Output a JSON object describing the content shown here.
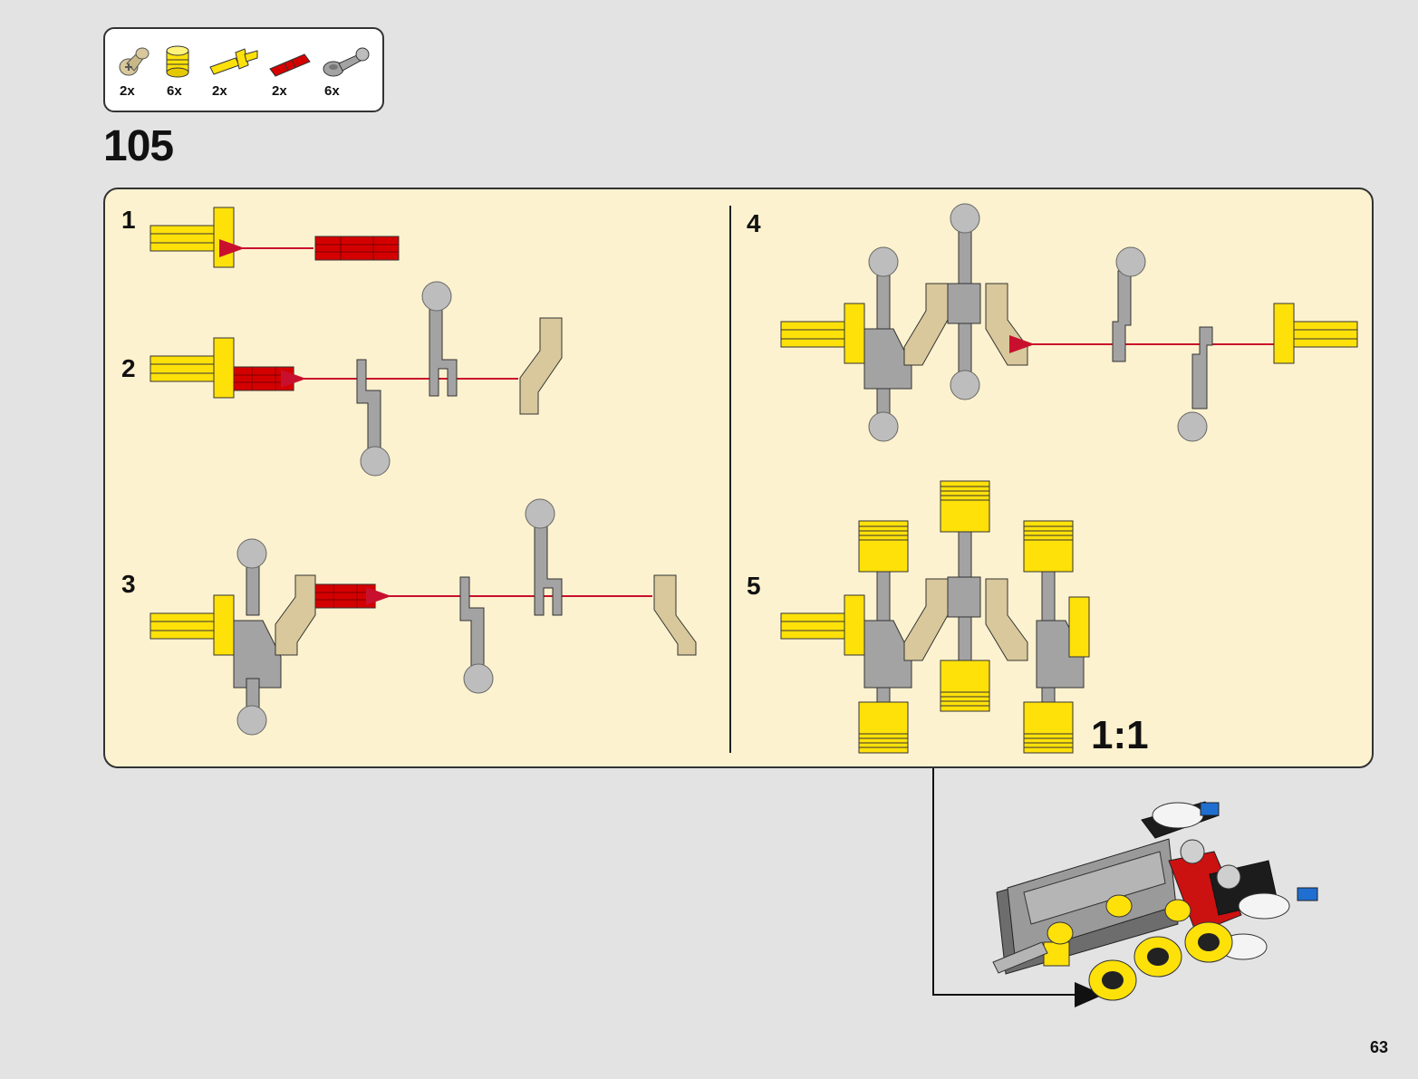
{
  "parts_list": [
    {
      "name": "tan-axle-connector",
      "qty": "2x"
    },
    {
      "name": "yellow-bush",
      "qty": "6x"
    },
    {
      "name": "yellow-axle-pin",
      "qty": "2x"
    },
    {
      "name": "red-axle",
      "qty": "2x"
    },
    {
      "name": "gray-ball-link",
      "qty": "6x"
    }
  ],
  "step_number": "105",
  "substeps": [
    "1",
    "2",
    "3",
    "4",
    "5"
  ],
  "scale_label": "1:1",
  "page_number": "63",
  "colors": {
    "background": "#e3e3e3",
    "panel": "#fdf2cf",
    "yellow": "#ffe10a",
    "red": "#d40000",
    "gray": "#a3a3a3",
    "tan": "#d8c89b",
    "arrow": "#c8102e"
  }
}
